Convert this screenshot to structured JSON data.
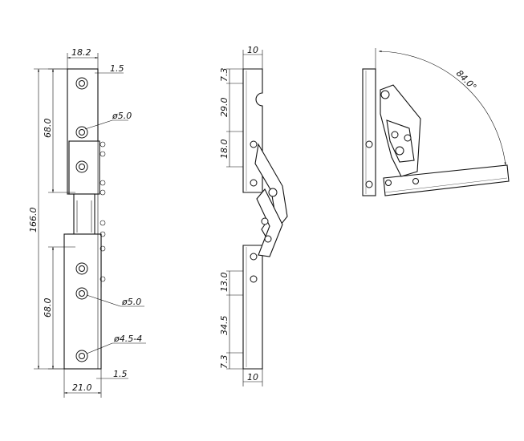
{
  "front_view": {
    "width_top": "18.2",
    "offset_top": "1.5",
    "hole_upper": "ø5.0",
    "hole_lower": "ø5.0",
    "hole_slot": "ø4.5-4",
    "overall_height": "166.0",
    "upper_span": "68.0",
    "lower_span": "68.0",
    "offset_bottom": "1.5",
    "width_bottom": "21.0"
  },
  "side_view": {
    "thickness_top": "10",
    "top_a": "7.3",
    "top_b": "29.0",
    "top_c": "18.0",
    "bottom_a": "13.0",
    "bottom_b": "34.5",
    "bottom_c": "7.3",
    "thickness_bottom": "10"
  },
  "open_view": {
    "angle": "84.0°"
  }
}
